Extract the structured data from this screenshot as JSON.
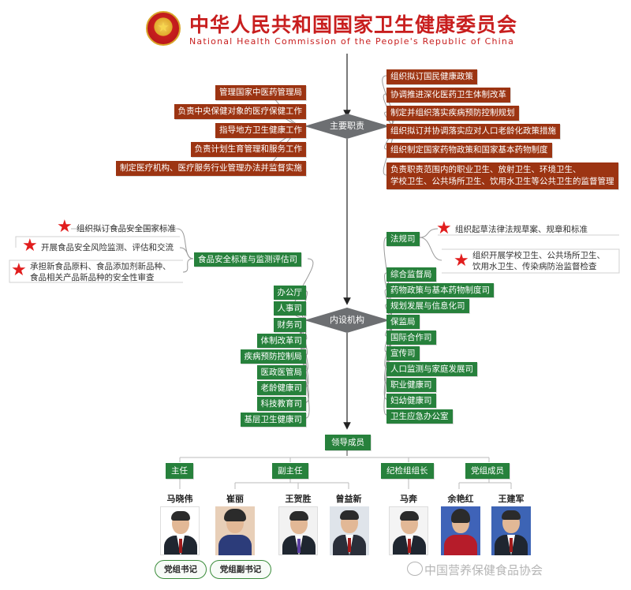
{
  "header": {
    "title_cn": "中华人民共和国国家卫生健康委员会",
    "title_en": "National Health Commission of the People's Republic of China",
    "emblem_glyph": "★"
  },
  "duties": {
    "hub_label": "主要职责",
    "left": [
      "管理国家中医药管理局",
      "负责中央保健对象的医疗保健工作",
      "指导地方卫生健康工作",
      "负责计划生育管理和服务工作",
      "制定医疗机构、医疗服务行业管理办法并监督实施"
    ],
    "right": [
      "组织拟订国民健康政策",
      "协调推进深化医药卫生体制改革",
      "制定并组织落实疾病预防控制规划",
      "组织拟订并协调落实应对人口老龄化政策措施",
      "组织制定国家药物政策和国家基本药物制度"
    ],
    "right_multi": {
      "line1": "负责职责范围内的职业卫生、放射卫生、环境卫生、",
      "line2": "学校卫生、公共场所卫生、饮用水卫生等公共卫生的监督管理"
    }
  },
  "departments": {
    "hub_label": "内设机构",
    "food_dept": "食品安全标准与监测评估司",
    "food_notes": [
      "组织拟订食品安全国家标准",
      "开展食品安全风险监测、评估和交流",
      "承担新食品原料、食品添加剂新品种、",
      "食品相关产品新品种的安全性审查"
    ],
    "law_dept": "法规司",
    "law_notes": [
      "组织起草法律法规草案、规章和标准",
      "组织开展学校卫生、公共场所卫生、",
      "饮用水卫生、传染病防治监督检查"
    ],
    "left": [
      "办公厅",
      "人事司",
      "财务司",
      "体制改革司",
      "疾病预防控制局",
      "医政医管局",
      "老龄健康司",
      "科技教育司",
      "基层卫生健康司"
    ],
    "right": [
      "综合监督局",
      "药物政策与基本药物制度司",
      "规划发展与信息化司",
      "保监局",
      "国际合作司",
      "宣传司",
      "人口监测与家庭发展司",
      "职业健康司",
      "妇幼健康司",
      "卫生应急办公室"
    ]
  },
  "leadership": {
    "label": "领导成员",
    "roles": [
      "主任",
      "副主任",
      "纪检组组长",
      "党组成员"
    ],
    "people": [
      "马晓伟",
      "崔丽",
      "王贺胜",
      "曾益新",
      "马奔",
      "余艳红",
      "王建军"
    ],
    "party_roles": [
      "党组书记",
      "党组副书记"
    ]
  },
  "watermark": "中国营养保健食品协会",
  "colors": {
    "duty": "#9c3412",
    "dept": "#27813c",
    "hub": "#6d6f72",
    "star": "#e11d1d",
    "title": "#c81e1e"
  }
}
